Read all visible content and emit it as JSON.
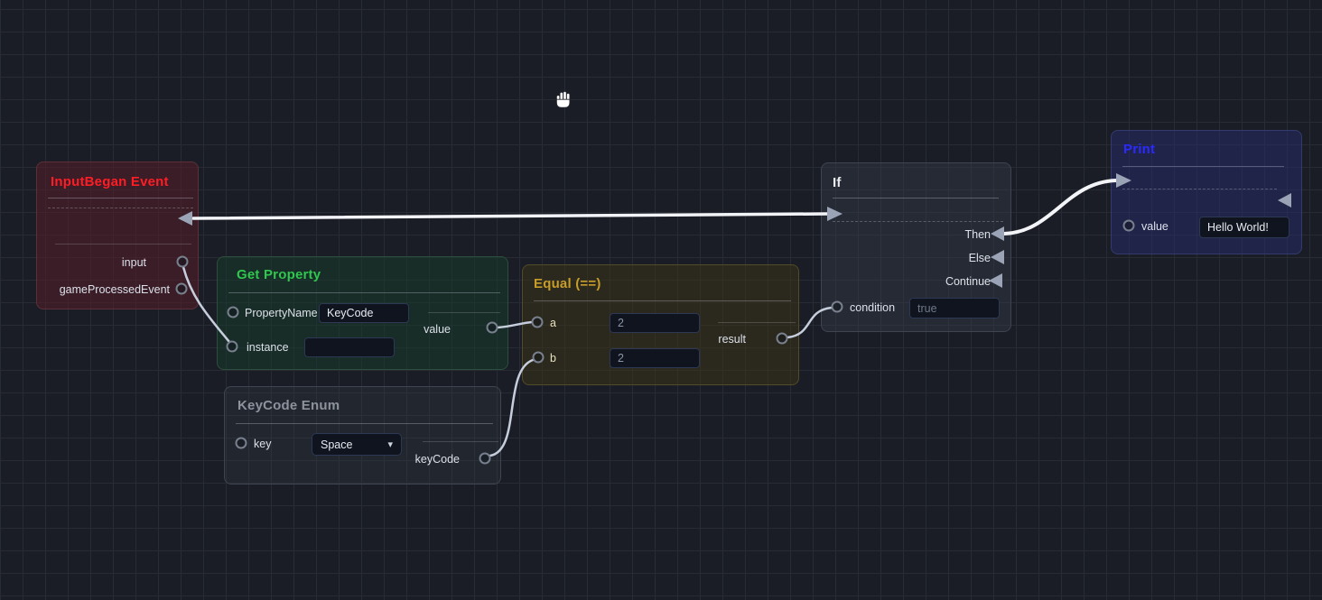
{
  "colors": {
    "background": "#1a1d25",
    "grid_line": "#272b33",
    "exec_wire": "#f2f4f8",
    "data_wire": "#c6cddc",
    "arrowhead": "#9ba4b6",
    "title_inputbegan": "#ff1d25",
    "title_getproperty": "#30c74e",
    "title_equal": "#c79d2a",
    "title_keycode": "#8d939d",
    "title_if": "#e9ebee",
    "title_print": "#2a2aff"
  },
  "cursor": "open-hand-grab",
  "nodes": {
    "input_began": {
      "title": "InputBegan Event",
      "outputs": {
        "input": "input",
        "game_processed": "gameProcessedEvent"
      }
    },
    "get_property": {
      "title": "Get Property",
      "inputs": {
        "property_name": "PropertyName",
        "instance": "instance"
      },
      "fields": {
        "property_name_value": "KeyCode",
        "instance_value": ""
      },
      "output": "value"
    },
    "equal": {
      "title": "Equal (==)",
      "inputs": {
        "a": "a",
        "b": "b"
      },
      "fields": {
        "a_value": "2",
        "b_value": "2"
      },
      "output": "result"
    },
    "keycode_enum": {
      "title": "KeyCode Enum",
      "inputs": {
        "key": "key"
      },
      "fields": {
        "key_value": "Space"
      },
      "output": "keyCode"
    },
    "if": {
      "title": "If",
      "outputs": {
        "then": "Then",
        "else": "Else",
        "continue": "Continue"
      },
      "inputs": {
        "condition": "condition"
      },
      "fields": {
        "condition_placeholder": "true"
      }
    },
    "print": {
      "title": "Print",
      "inputs": {
        "value": "value"
      },
      "fields": {
        "value_text": "Hello World!"
      }
    }
  },
  "connections": [
    {
      "from": "InputBegan Event.exec",
      "to": "If.exec"
    },
    {
      "from": "InputBegan Event.input",
      "to": "Get Property.instance"
    },
    {
      "from": "Get Property.value",
      "to": "Equal (==).a"
    },
    {
      "from": "KeyCode Enum.keyCode",
      "to": "Equal (==).b"
    },
    {
      "from": "Equal (==).result",
      "to": "If.condition"
    },
    {
      "from": "If.Then",
      "to": "Print.exec"
    }
  ]
}
